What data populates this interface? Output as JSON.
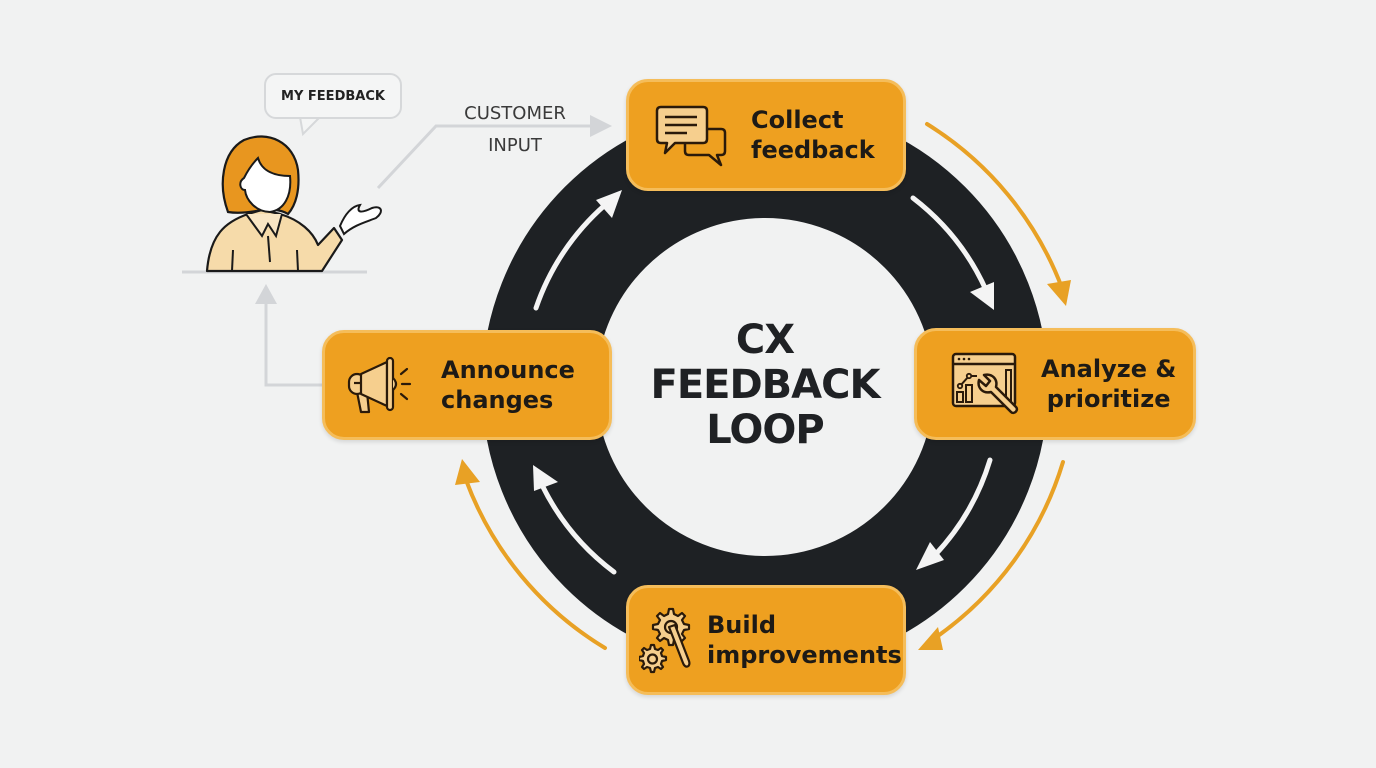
{
  "diagram": {
    "title_lines": [
      "CX",
      "FEEDBACK",
      "LOOP"
    ],
    "colors": {
      "background": "#f1f2f2",
      "ring": "#1e2124",
      "stage_fill": "#eea020",
      "stage_border": "#f5bd5a",
      "accent_arrow": "#e8a125",
      "connector": "#d3d5d8"
    },
    "customer": {
      "speech_bubble": "MY FEEDBACK",
      "input_label_lines": [
        "CUSTOMER",
        "INPUT"
      ]
    },
    "stages": [
      {
        "id": "collect",
        "icon": "chat-bubbles-icon",
        "label_lines": [
          "Collect",
          "feedback"
        ]
      },
      {
        "id": "analyze",
        "icon": "analytics-wrench-icon",
        "label_lines": [
          "Analyze &",
          "prioritize"
        ]
      },
      {
        "id": "build",
        "icon": "gears-screwdriver-icon",
        "label_lines": [
          "Build",
          "improvements"
        ]
      },
      {
        "id": "announce",
        "icon": "megaphone-icon",
        "label_lines": [
          "Announce",
          "changes"
        ]
      }
    ],
    "flow": [
      "Collect feedback",
      "Analyze & prioritize",
      "Build improvements",
      "Announce changes",
      "Customer"
    ]
  }
}
